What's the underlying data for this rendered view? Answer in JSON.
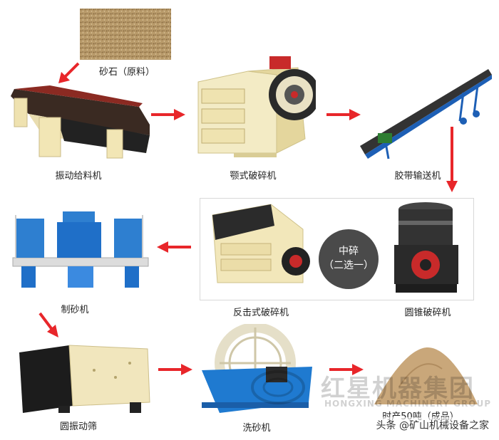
{
  "nodes": {
    "sand": "砂石（原料）",
    "feeder": "振动给料机",
    "jaw": "颚式破碎机",
    "belt": "胶带输送机",
    "impact": "反击式破碎机",
    "cone": "圆锥破碎机",
    "sandmaker": "制砂机",
    "screen": "圆振动筛",
    "washer": "洗砂机",
    "product": "时产50吨（成品）"
  },
  "badge": {
    "line1": "中碎",
    "line2": "（二选一）"
  },
  "watermark": {
    "cn": "红星机器集团",
    "en": "HONGXING MACHINERY GROUP"
  },
  "credit": "头条 @矿山机械设备之家",
  "colors": {
    "arrow": "#e8262a",
    "machine_yellow": "#f3e9b4",
    "machine_black": "#2b2b2b",
    "machine_blue": "#2e7fd0",
    "machine_red": "#c82a2a",
    "sand": "#c9a77a"
  }
}
